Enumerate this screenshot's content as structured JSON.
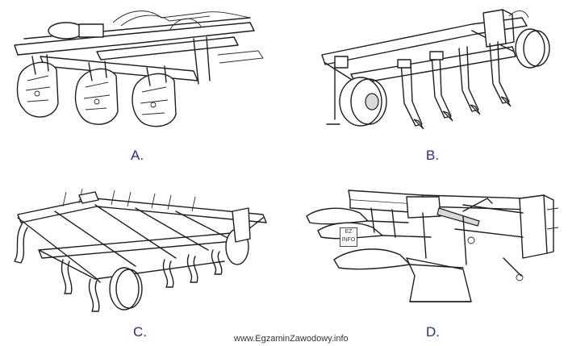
{
  "labels": {
    "a": "A.",
    "b": "B.",
    "c": "C.",
    "d": "D."
  },
  "watermark": "www.EgzaminZawodowy.info",
  "colors": {
    "label": "#2b2b8c",
    "ink": "#1e1e1e"
  }
}
